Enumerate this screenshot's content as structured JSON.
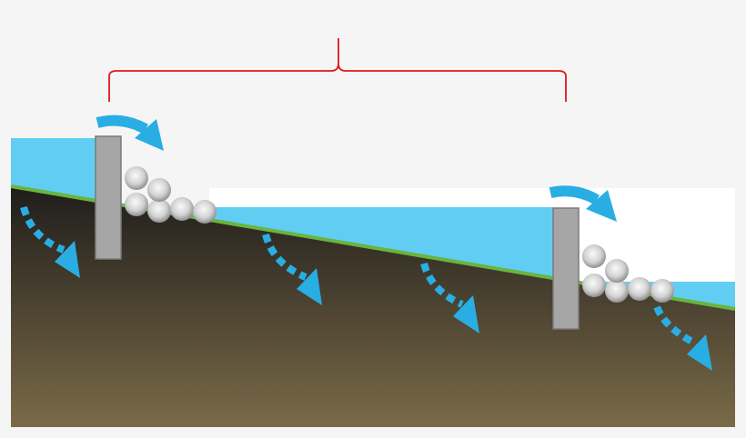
{
  "colors": {
    "background": "#f5f5f5",
    "water": "#62cdf3",
    "ground_top": "#1f1d1b",
    "ground_bottom": "#7a6a48",
    "grass": "#6ab43f",
    "dam": "#a6a6a6",
    "arrow": "#29aee3",
    "brace": "#e0161b",
    "stone": "#d8d8d8"
  },
  "icons": [
    "overflow-arrow",
    "seepage-arrow",
    "check-dam",
    "stone"
  ]
}
